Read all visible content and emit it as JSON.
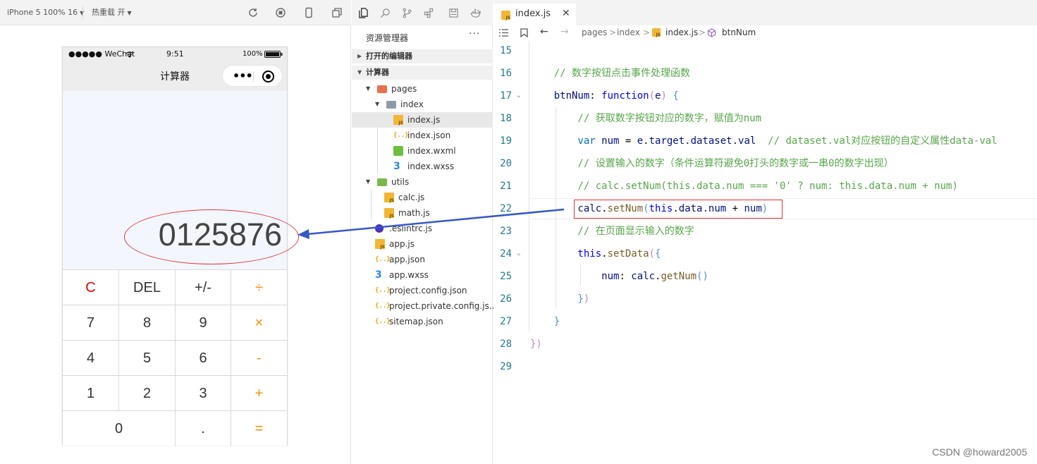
{
  "simulator": {
    "device_label": "iPhone 5 100% 16",
    "hot_reload_label": "热重载 开",
    "status": {
      "signal": "●●●●● WeChat",
      "time": "9:51",
      "battery": "100%"
    },
    "nav_title": "计算器",
    "display_value": "0125876",
    "keys": [
      [
        "C",
        "DEL",
        "+/-",
        "÷"
      ],
      [
        "7",
        "8",
        "9",
        "×"
      ],
      [
        "4",
        "5",
        "6",
        "-"
      ],
      [
        "1",
        "2",
        "3",
        "+"
      ],
      [
        "0",
        ".",
        "="
      ]
    ]
  },
  "explorer": {
    "title": "资源管理器",
    "more": "···",
    "open_editors": "打开的编辑器",
    "project": "计算器",
    "tree": [
      {
        "name": "pages",
        "type": "folder-red",
        "depth": 1,
        "expanded": true
      },
      {
        "name": "index",
        "type": "folder",
        "depth": 2,
        "expanded": true
      },
      {
        "name": "index.js",
        "type": "js",
        "depth": 3,
        "selected": true
      },
      {
        "name": "index.json",
        "type": "json",
        "depth": 3
      },
      {
        "name": "index.wxml",
        "type": "wxml",
        "depth": 3
      },
      {
        "name": "index.wxss",
        "type": "css",
        "depth": 3
      },
      {
        "name": "utils",
        "type": "folder-green",
        "depth": 1,
        "expanded": true
      },
      {
        "name": "calc.js",
        "type": "js",
        "depth": 2
      },
      {
        "name": "math.js",
        "type": "js",
        "depth": 2
      },
      {
        "name": ".eslintrc.js",
        "type": "eslint",
        "depth": 1
      },
      {
        "name": "app.js",
        "type": "js",
        "depth": 1
      },
      {
        "name": "app.json",
        "type": "json",
        "depth": 1
      },
      {
        "name": "app.wxss",
        "type": "css",
        "depth": 1
      },
      {
        "name": "project.config.json",
        "type": "json",
        "depth": 1
      },
      {
        "name": "project.private.config.js...",
        "type": "json",
        "depth": 1
      },
      {
        "name": "sitemap.json",
        "type": "json",
        "depth": 1
      }
    ]
  },
  "editor": {
    "tab_name": "index.js",
    "tab_close": "✕",
    "breadcrumb": [
      "pages",
      "index",
      "index.js",
      "btnNum"
    ],
    "lines": [
      {
        "n": "15",
        "tokens": []
      },
      {
        "n": "16",
        "tokens": [
          [
            "cm",
            "    // 数字按钮点击事件处理函数"
          ]
        ]
      },
      {
        "n": "17",
        "fold": true,
        "tokens": [
          [
            "prop",
            "    btnNum"
          ],
          [
            "pun",
            ": "
          ],
          [
            "kw",
            "function"
          ],
          [
            "brk",
            "("
          ],
          [
            "prop",
            "e"
          ],
          [
            "brk",
            ")"
          ],
          [
            "pun",
            " "
          ],
          [
            "brk2",
            "{"
          ]
        ]
      },
      {
        "n": "18",
        "tokens": [
          [
            "cm",
            "        // 获取数字按钮对应的数字，赋值为num"
          ]
        ]
      },
      {
        "n": "19",
        "tokens": [
          [
            "kw2",
            "        var"
          ],
          [
            "prop",
            " num"
          ],
          [
            "pun",
            " = "
          ],
          [
            "prop",
            "e.target.dataset.val"
          ],
          [
            "cm",
            "  // dataset.val对应按钮的自定义属性data-val"
          ]
        ]
      },
      {
        "n": "20",
        "tokens": [
          [
            "cm",
            "        // 设置输入的数字（条件运算符避免0打头的数字或一串0的数字出现）"
          ]
        ]
      },
      {
        "n": "21",
        "tokens": [
          [
            "cm",
            "        // calc.setNum(this.data.num === '0' ? num: this.data.num + num)"
          ]
        ]
      },
      {
        "n": "22",
        "tokens": [
          [
            "prop",
            "        calc"
          ],
          [
            "pun",
            "."
          ],
          [
            "fn",
            "setNum"
          ],
          [
            "brk2",
            "("
          ],
          [
            "kw",
            "this"
          ],
          [
            "pun",
            "."
          ],
          [
            "prop",
            "data.num"
          ],
          [
            "pun",
            " + "
          ],
          [
            "prop",
            "num"
          ],
          [
            "brk2",
            ")"
          ]
        ]
      },
      {
        "n": "23",
        "tokens": [
          [
            "cm",
            "        // 在页面显示输入的数字"
          ]
        ]
      },
      {
        "n": "24",
        "fold": true,
        "tokens": [
          [
            "kw",
            "        this"
          ],
          [
            "pun",
            "."
          ],
          [
            "fn",
            "setData"
          ],
          [
            "brk",
            "("
          ],
          [
            "brk2",
            "{"
          ]
        ]
      },
      {
        "n": "25",
        "tokens": [
          [
            "prop",
            "            num"
          ],
          [
            "pun",
            ": "
          ],
          [
            "prop",
            "calc"
          ],
          [
            "pun",
            "."
          ],
          [
            "fn",
            "getNum"
          ],
          [
            "brk2",
            "()"
          ]
        ]
      },
      {
        "n": "26",
        "tokens": [
          [
            "brk2",
            "        }"
          ],
          [
            "brk",
            ")"
          ]
        ]
      },
      {
        "n": "27",
        "tokens": [
          [
            "brk2",
            "    }"
          ]
        ]
      },
      {
        "n": "28",
        "tokens": [
          [
            "brk",
            "})"
          ]
        ]
      },
      {
        "n": "29",
        "tokens": []
      }
    ]
  },
  "watermark": "CSDN @howard2005",
  "colors": {
    "accent_red": "#e03a3a",
    "arrow_blue": "#3557c7",
    "key_orange": "#f39200",
    "key_red": "#e50000"
  }
}
